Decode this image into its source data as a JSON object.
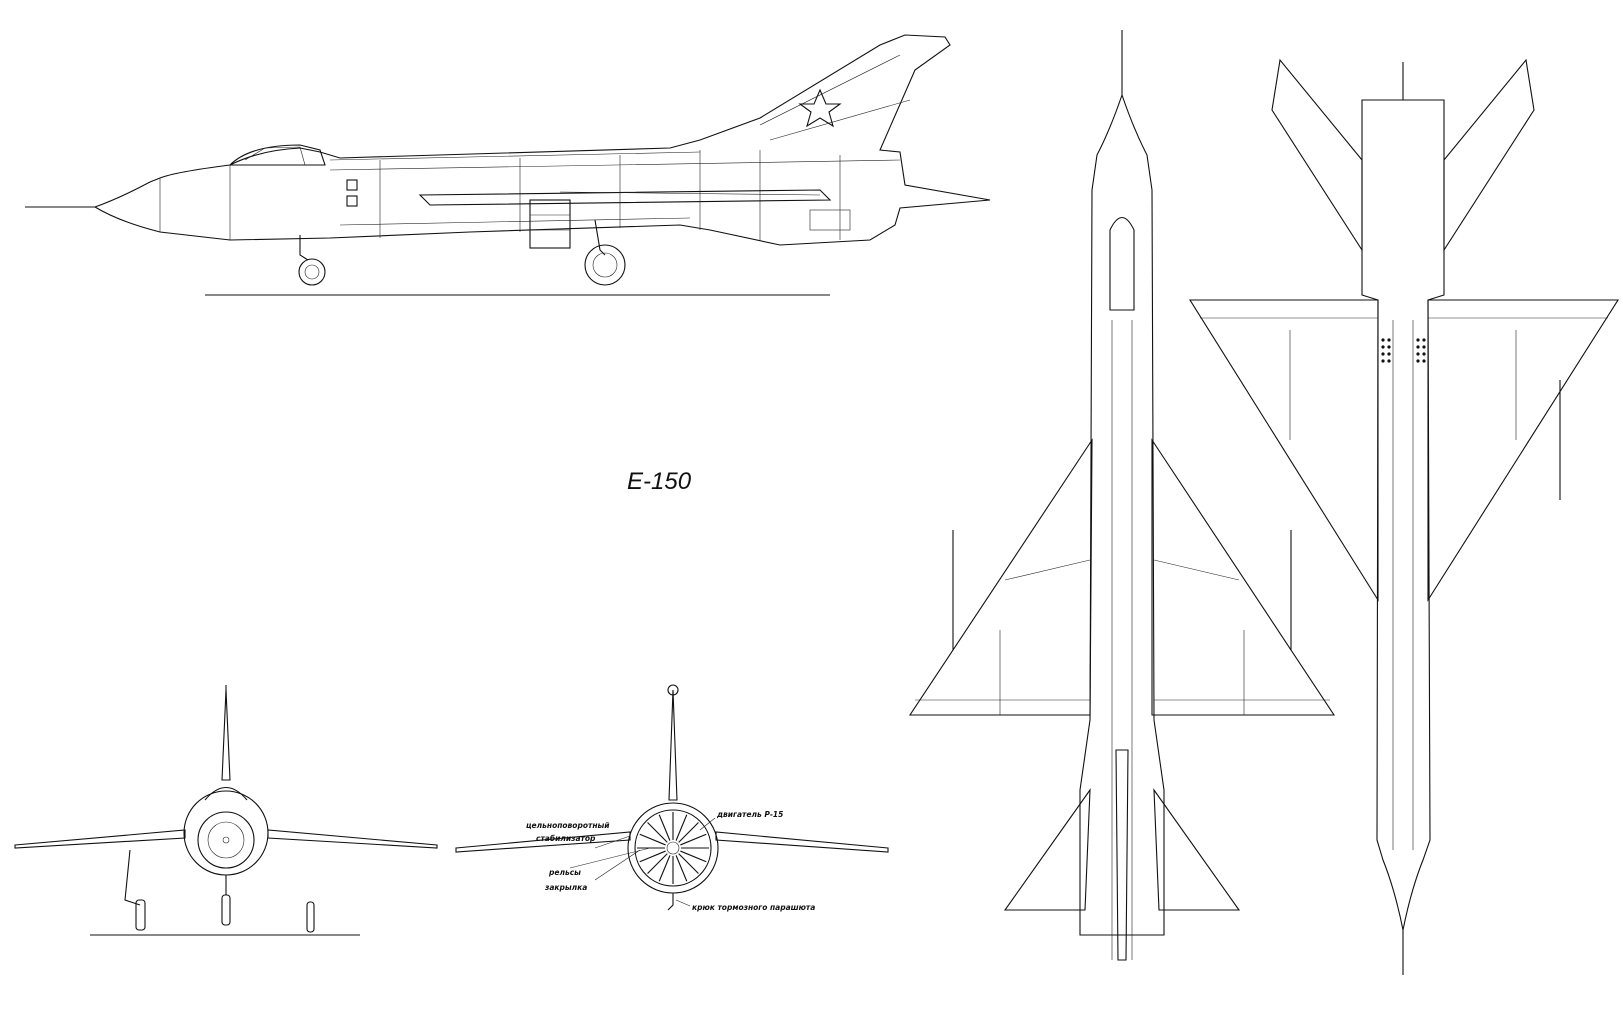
{
  "title": "E-150",
  "views": {
    "side": {
      "name": "side-view"
    },
    "front": {
      "name": "front-view"
    },
    "rear": {
      "name": "rear-view"
    },
    "top": {
      "name": "top-view"
    },
    "bottom": {
      "name": "bottom-view"
    }
  },
  "labels": {
    "stabilizer_line1": "цельноповоротный",
    "stabilizer_line2": "стабилизатор",
    "engine": "двигатель Р-15",
    "rails": "рельсы",
    "flap": "закрылка",
    "hook": "крюк тормозного парашюта"
  }
}
